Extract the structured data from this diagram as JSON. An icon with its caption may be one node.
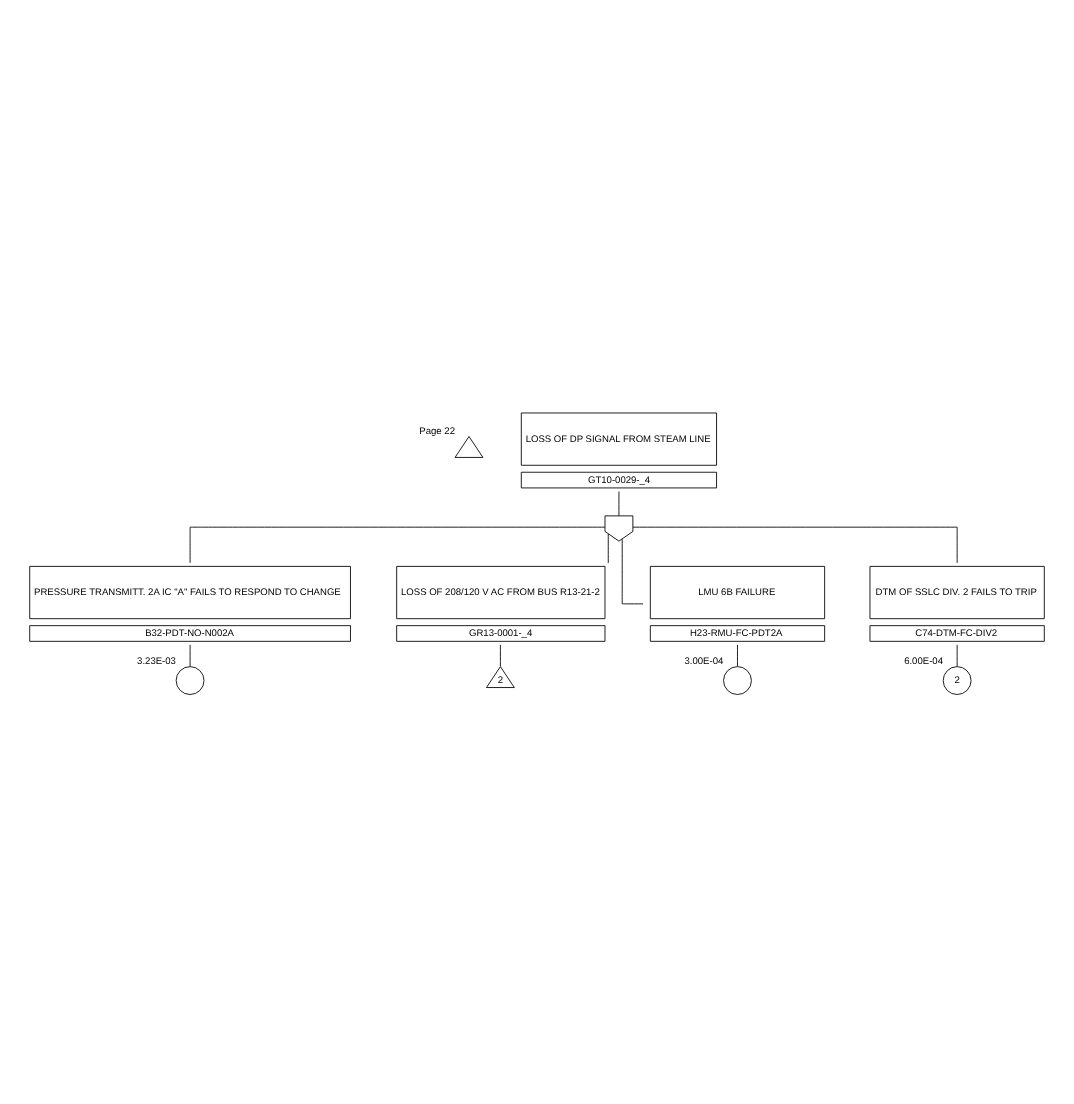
{
  "diagram": {
    "nodes": [
      {
        "text": [
          "LOSS OF DP SIGNAL FROM STEAM LINE",
          "GT10-0029-_4"
        ]
      },
      {
        "text": [],
        "shape": "triangle",
        "beside": [
          "Page 22"
        ]
      },
      {
        "text": [],
        "shape": "gate"
      },
      {
        "text": [
          "PRESSURE TRANSMITT. 2A IC \"A\" FAILS TO RESPOND TO CHANGE",
          "B32-PDT-NO-N002A"
        ]
      },
      {
        "text": [],
        "shape": "circle",
        "beside": [
          "3.23E-03"
        ]
      },
      {
        "text": [
          "LOSS OF 208/120 V AC FROM BUS R13-21-2",
          "GR13-0001-_4"
        ]
      },
      {
        "text": [
          "2"
        ]
      },
      {
        "text": [
          "LMU 6B FAILURE",
          "H23-RMU-FC-PDT2A"
        ]
      },
      {
        "text": [],
        "shape": "circle",
        "beside": [
          "3.00E-04"
        ]
      },
      {
        "text": [
          "DTM OF SSLC DIV. 2 FAILS TO TRIP",
          "C74-DTM-FC-DIV2"
        ]
      },
      {
        "text": [
          "2"
        ],
        "beside": [
          "6.00E-04"
        ]
      }
    ],
    "edges": [
      {
        "from": 0,
        "to": 2,
        "arrow": "none"
      },
      {
        "from": 2,
        "to": 3,
        "arrow": "none"
      },
      {
        "from": 2,
        "to": 5,
        "arrow": "none"
      },
      {
        "from": 2,
        "to": 7,
        "arrow": "none"
      },
      {
        "from": 2,
        "to": 9,
        "arrow": "none"
      },
      {
        "from": 3,
        "to": 4,
        "arrow": "none"
      },
      {
        "from": 5,
        "to": 6,
        "arrow": "none"
      },
      {
        "from": 7,
        "to": 8,
        "arrow": "none"
      },
      {
        "from": 9,
        "to": 10,
        "arrow": "none"
      }
    ]
  }
}
